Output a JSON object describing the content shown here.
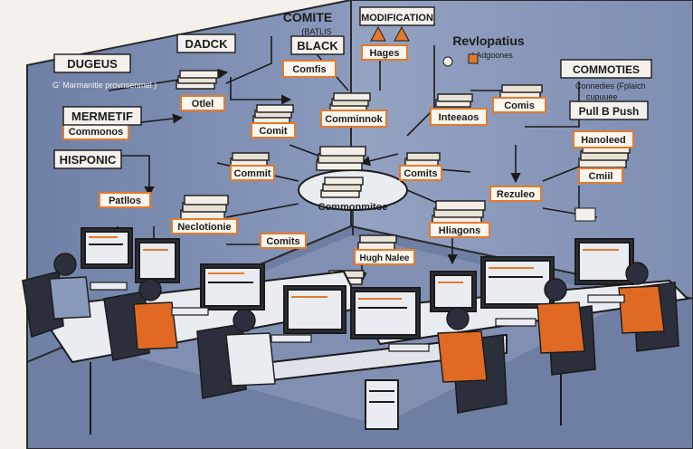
{
  "headings": {
    "dugeus": "DUGEUS",
    "dugeus_sub": "G' Marmanitie provnsenmel )",
    "mermetif": "MERMETIF",
    "hisponic": "HISPONIC",
    "dadck": "DADCK",
    "comite": "COMITE",
    "comite_sub": "(BATLIS",
    "black": "BLACK",
    "modification": "MODIFICATION",
    "revlopatius": "Revlopatius",
    "revlopatius_sub": "( Adgoones",
    "commoties": "COMMOTIES",
    "commoties_sub1": "Connedies (Fplaich",
    "commoties_sub2": "cupuuee",
    "pull_push": "Pull B Push"
  },
  "tags": {
    "comfis_top": "Comfis",
    "hages": "Hages",
    "otlel": "Otlel",
    "commonos": "Commonos",
    "comit_left": "Comit",
    "comminnok": "Comminnok",
    "inteeaos": "Inteeaos",
    "comis_right": "Comis",
    "hanoleed": "Hanoleed",
    "cmiil": "Cmiil",
    "commit_mid": "Commit",
    "comits_mid": "Comits",
    "patllos": "Patllos",
    "neclotionie": "Neclotionie",
    "rezuleo": "Rezuleo",
    "hliagons": "Hliagons",
    "comits_low": "Comits",
    "hugh_nalee": "Hugh Nalee",
    "center_disc": "Commonmitoe"
  },
  "colors": {
    "wall": "#7f8fb1",
    "floor": "#e9ecf1",
    "tag_border": "#e57a2a",
    "tag_fill": "#fdf6ee",
    "shirt_orange": "#e06a24",
    "ink": "#1b1b1b"
  }
}
